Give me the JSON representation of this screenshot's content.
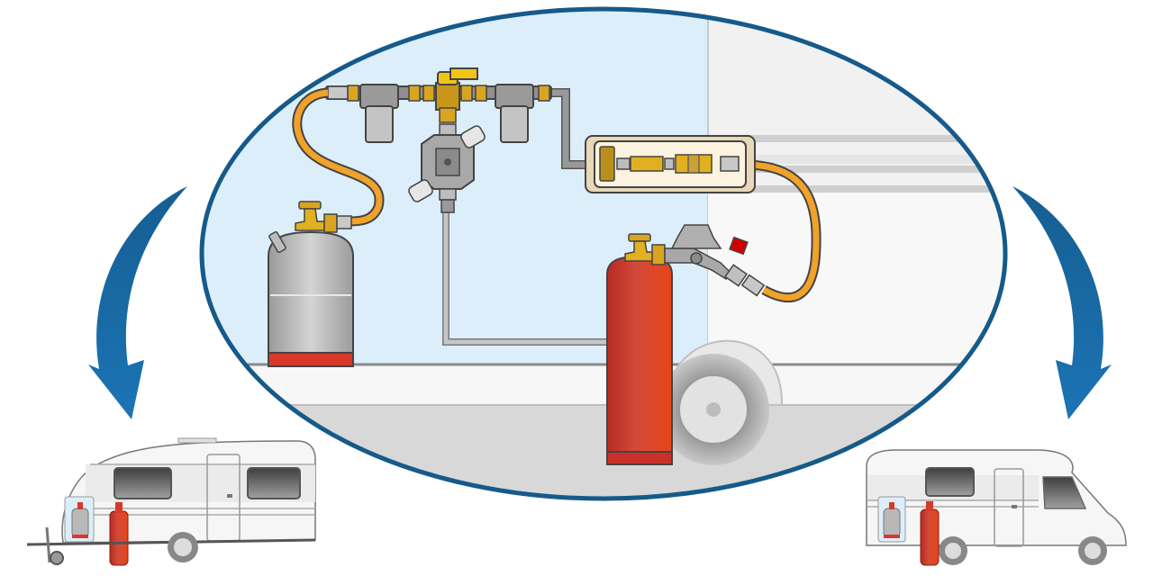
{
  "diagram": {
    "kind": "gas-cylinder-supply-illustration",
    "components": [
      {
        "id": "grey-cylinder",
        "icon": "grey-gas-bottle-icon"
      },
      {
        "id": "red-cylinder",
        "icon": "red-gas-bottle-icon"
      },
      {
        "id": "manifold",
        "icon": "gas-manifold-icon"
      },
      {
        "id": "filters",
        "icon": "gas-filter-icon"
      },
      {
        "id": "ball-valve",
        "icon": "ball-valve-icon"
      },
      {
        "id": "changeover-regulator",
        "icon": "regulator-icon"
      },
      {
        "id": "external-gas-socket",
        "icon": "gas-socket-icon"
      },
      {
        "id": "caravan",
        "icon": "caravan-icon"
      },
      {
        "id": "motorhome",
        "icon": "motorhome-icon"
      }
    ]
  },
  "colors": {
    "ellipse_border": "#165a8a",
    "ellipse_bg": "#dceefa",
    "arrow": "#1a6aa5",
    "hose": "#f0a22a",
    "brass": "#d9a520",
    "red_cylinder": "#d9382a",
    "grey_cylinder": "#b8b8b8",
    "pipe": "#8a8a8a",
    "wall": "#f2f2f2"
  }
}
